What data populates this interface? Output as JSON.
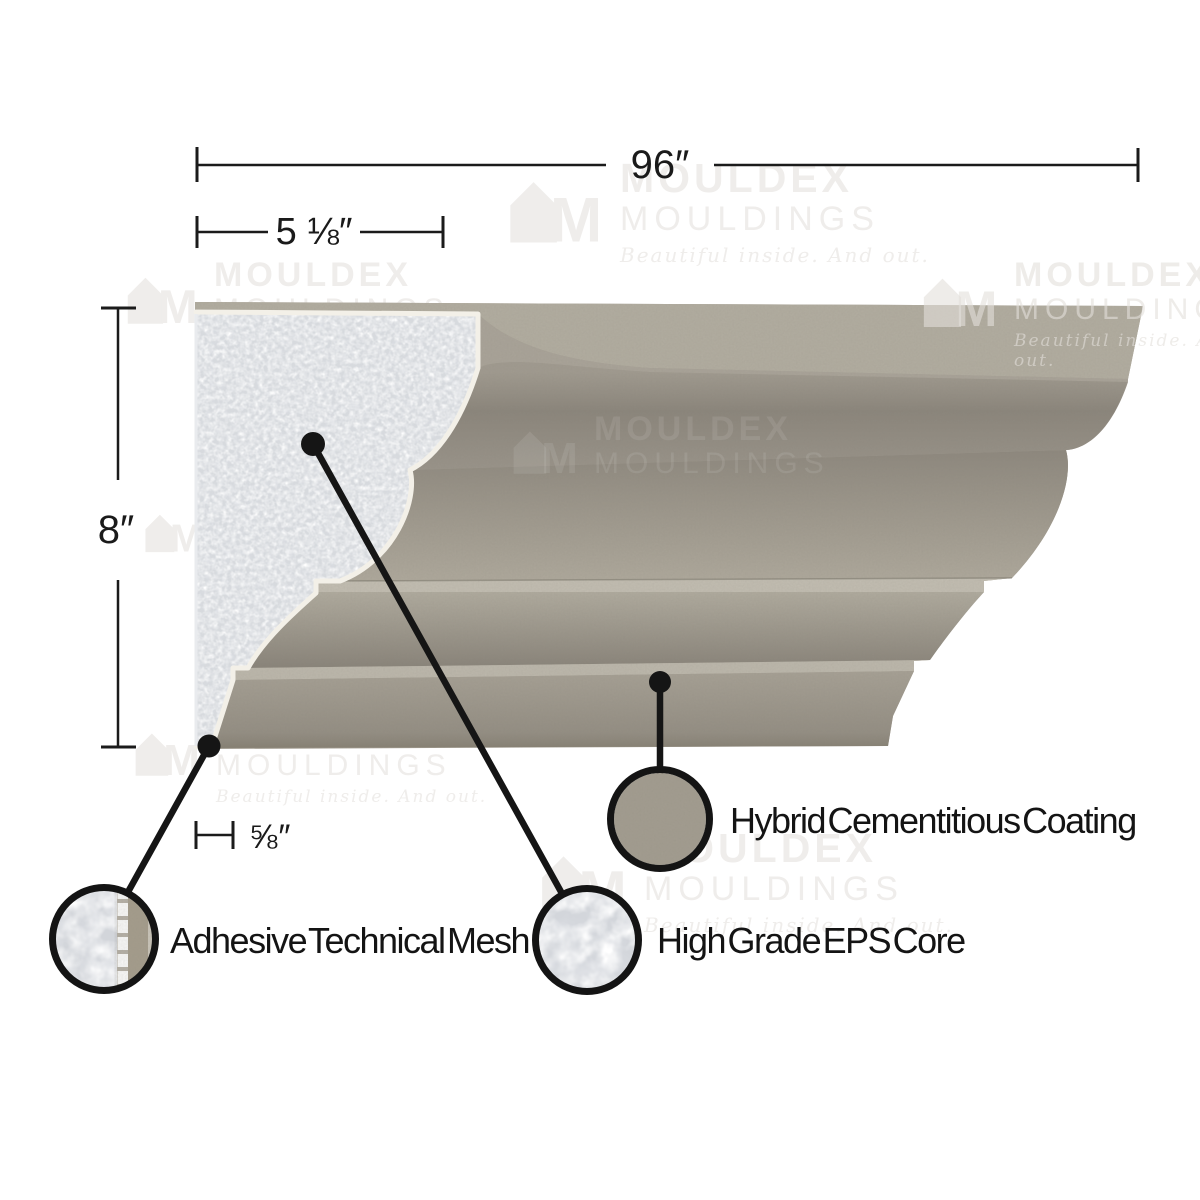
{
  "dimensions": {
    "length": "96″",
    "projection": "5 ⅛″",
    "height": "8″",
    "thickness": "⅝″"
  },
  "callouts": [
    {
      "label": "Adhesive Technical Mesh"
    },
    {
      "label": "High Grade EPS Core"
    },
    {
      "label": "Hybrid Cementitious Coating"
    }
  ],
  "watermark": {
    "brand": "MOULDEX",
    "product": "MOULDINGS",
    "tagline": "Beautiful inside. And out.",
    "logo_letter": "M"
  },
  "colors": {
    "coating_taupe": "#a7a195",
    "eps_white": "#d7dade",
    "line_black": "#1a1a1a",
    "edge_cream": "#f3f0e8"
  }
}
